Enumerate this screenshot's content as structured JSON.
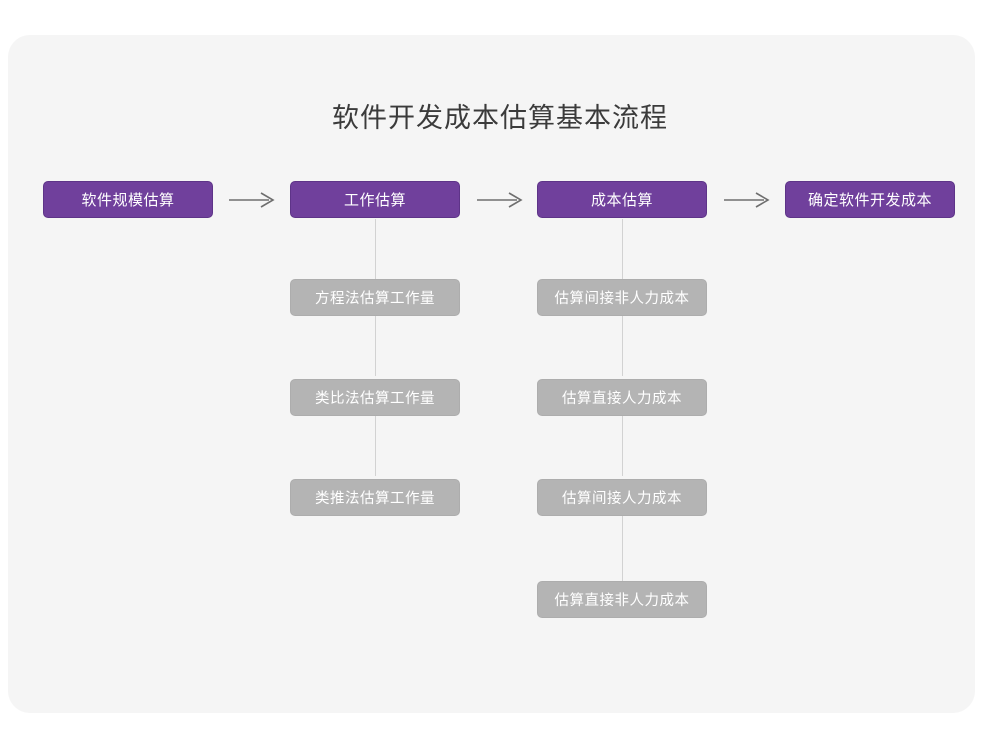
{
  "card": {
    "background": "#f5f5f5"
  },
  "title": "软件开发成本估算基本流程",
  "colors": {
    "stage_fill": "#70409c",
    "stage_border": "#5e3488",
    "sub_fill": "#b4b4b4",
    "sub_border": "#adadad",
    "connector": "#d2d2d2",
    "arrow": "#6e6e6e",
    "title_text": "#3b3b3b",
    "node_text": "#ffffff"
  },
  "chart_data": {
    "type": "diagram",
    "title": "软件开发成本估算基本流程",
    "orientation": "left-to-right main flow with vertical sub-step stacks",
    "stages": [
      {
        "id": "stage-1",
        "label": "软件规模估算",
        "substeps": []
      },
      {
        "id": "stage-2",
        "label": "工作估算",
        "substeps": [
          "方程法估算工作量",
          "类比法估算工作量",
          "类推法估算工作量"
        ]
      },
      {
        "id": "stage-3",
        "label": "成本估算",
        "substeps": [
          "估算间接非人力成本",
          "估算直接人力成本",
          "估算间接人力成本",
          "估算直接非人力成本"
        ]
      },
      {
        "id": "stage-4",
        "label": "确定软件开发成本",
        "substeps": []
      }
    ],
    "connectors": [
      {
        "from": "软件规模估算",
        "to": "工作估算",
        "style": "arrow"
      },
      {
        "from": "工作估算",
        "to": "成本估算",
        "style": "arrow"
      },
      {
        "from": "成本估算",
        "to": "确定软件开发成本",
        "style": "arrow"
      }
    ]
  },
  "flow": {
    "stage_1": {
      "label": "软件规模估算"
    },
    "stage_2": {
      "label": "工作估算",
      "sub_1": "方程法估算工作量",
      "sub_2": "类比法估算工作量",
      "sub_3": "类推法估算工作量"
    },
    "stage_3": {
      "label": "成本估算",
      "sub_1": "估算间接非人力成本",
      "sub_2": "估算直接人力成本",
      "sub_3": "估算间接人力成本",
      "sub_4": "估算直接非人力成本"
    },
    "stage_4": {
      "label": "确定软件开发成本"
    }
  }
}
